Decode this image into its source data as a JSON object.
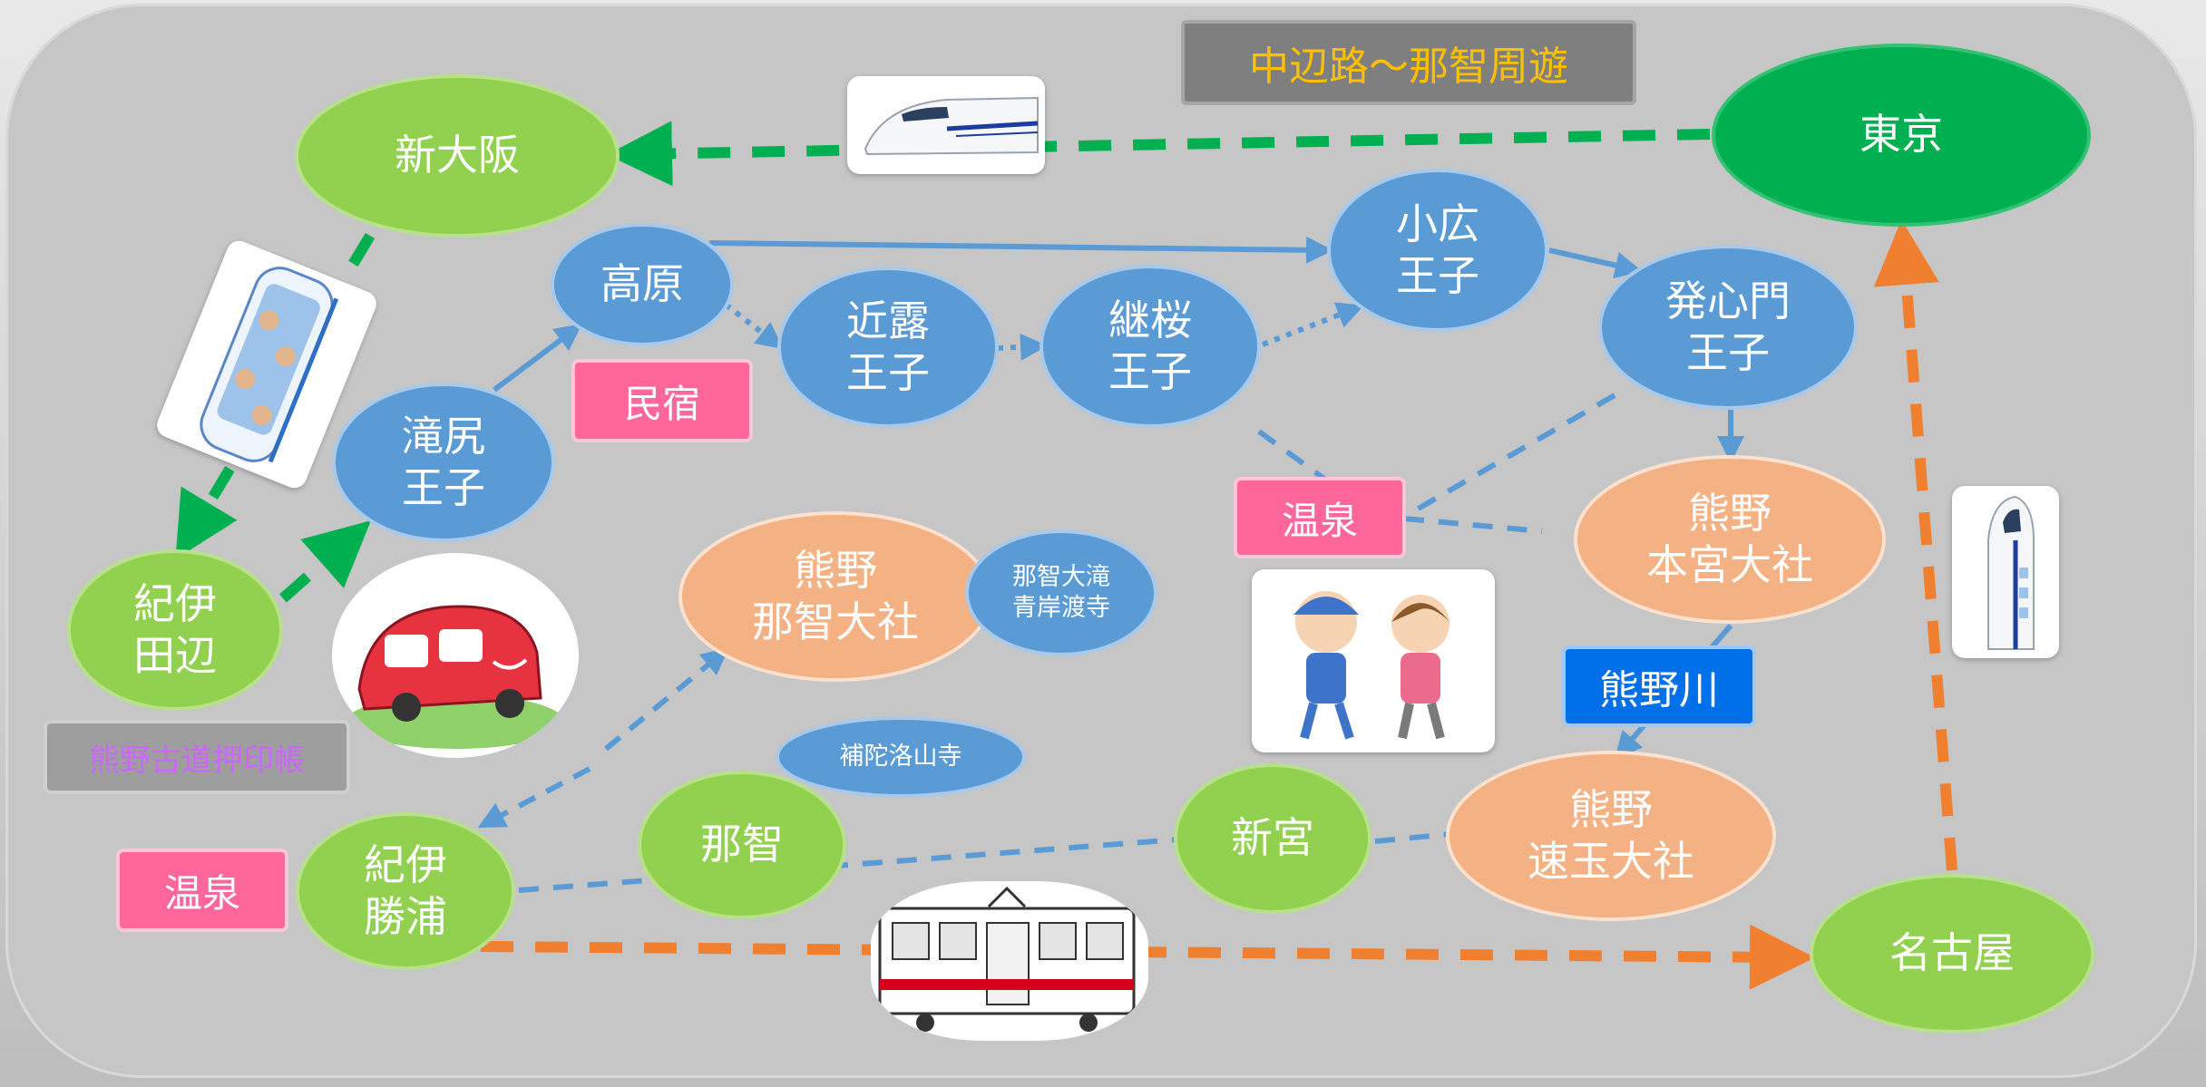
{
  "title": "中辺路〜那智周遊",
  "nodes": {
    "tokyo": "東京",
    "shin_osaka": "新大阪",
    "kii_tanabe": "紀伊\n田辺",
    "kii_katsuura": "紀伊\n勝浦",
    "nachi": "那智",
    "shingu": "新宮",
    "nagoya": "名古屋",
    "takahara": "高原",
    "takijiri_oji": "滝尻\n王子",
    "chikatsuyu_oji": "近露\n王子",
    "tsugizakura_oji": "継桜\n王子",
    "kohiro_oji": "小広\n王子",
    "hosshinmon_oji": "発心門\n王子",
    "kumano_hongu": "熊野\n本宮大社",
    "kumano_nachi": "熊野\n那智大社",
    "kumano_hayatama": "熊野\n速玉大社",
    "nachi_falls": "那智大滝\n青岸渡寺",
    "fudarakusan": "補陀洛山寺"
  },
  "labels": {
    "minshuku": "民宿",
    "onsen_mid": "温泉",
    "onsen_left": "温泉",
    "kumanogawa": "熊野川",
    "stamp_book": "熊野古道押印帳"
  },
  "illustrations": [
    "shinkansen-picture",
    "limited-express-picture",
    "bus-picture",
    "hikers-picture",
    "local-train-picture",
    "bullet-train-picture"
  ],
  "colors": {
    "panel": "#c6c6c6",
    "green_node": "#92d050",
    "tokyo_node": "#00b050",
    "oji_node": "#5b9bd5",
    "shrine_node": "#f4b183",
    "onsen_label": "#ff6699",
    "title_text": "#ffc000",
    "rail_line": "#00b050",
    "return_line": "#f08030",
    "trail_line": "#5b9bd5",
    "river_label": "#0070e8"
  }
}
